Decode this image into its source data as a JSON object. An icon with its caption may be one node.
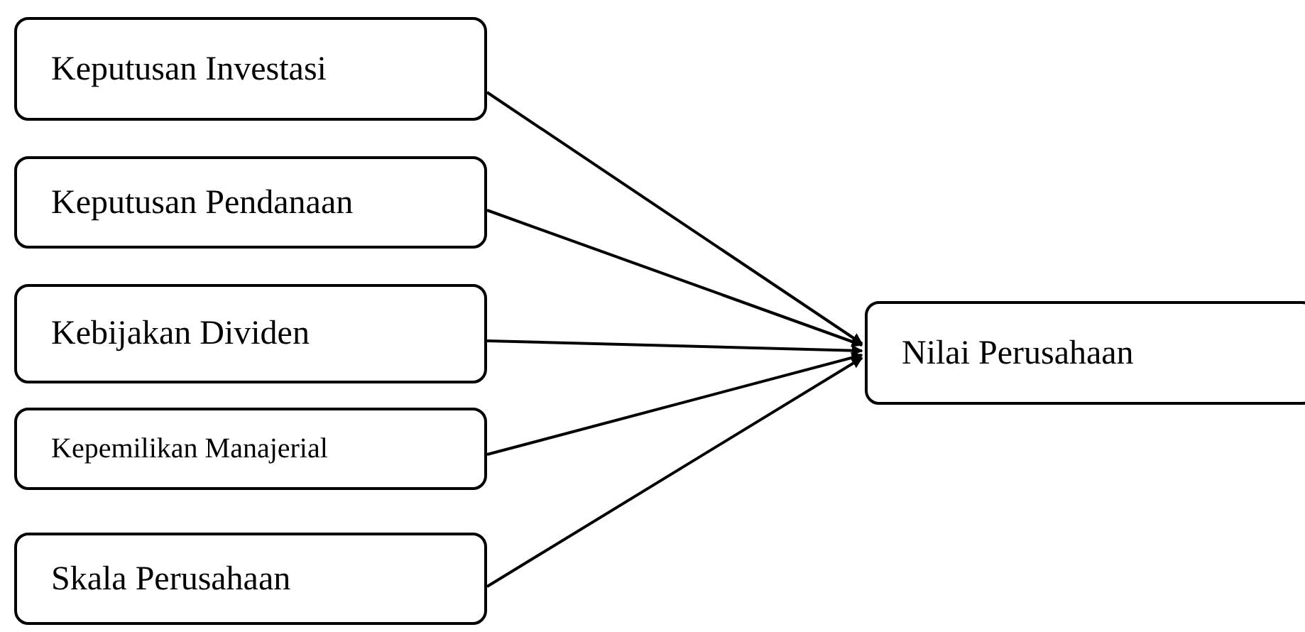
{
  "diagram": {
    "nodes": [
      {
        "text": [
          "Keputusan Investasi"
        ]
      },
      {
        "text": [
          "Keputusan Pendanaan"
        ]
      },
      {
        "text": [
          "Kebijakan Dividen"
        ]
      },
      {
        "text": [
          "Kepemilikan Manajerial"
        ]
      },
      {
        "text": [
          "Skala Perusahaan"
        ]
      },
      {
        "text": [
          "Nilai Perusahaan"
        ]
      }
    ],
    "edges": [
      {
        "from": 0,
        "to": 5,
        "arrow": "to"
      },
      {
        "from": 1,
        "to": 5,
        "arrow": "to"
      },
      {
        "from": 2,
        "to": 5,
        "arrow": "to"
      },
      {
        "from": 3,
        "to": 5,
        "arrow": "to"
      },
      {
        "from": 4,
        "to": 5,
        "arrow": "to"
      }
    ]
  }
}
